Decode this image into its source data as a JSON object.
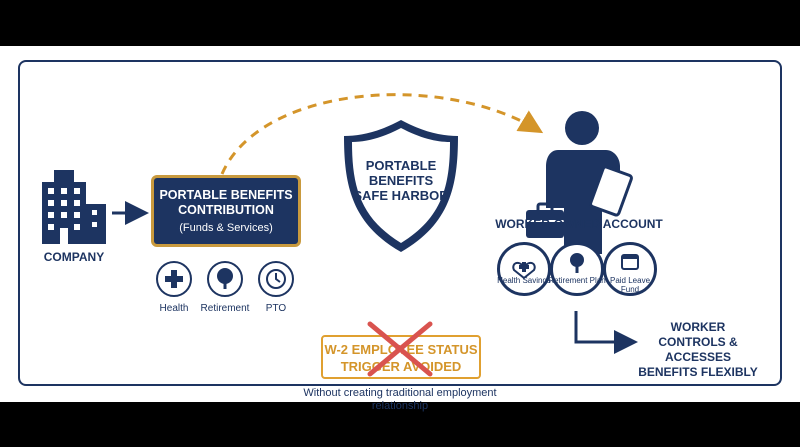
{
  "company": {
    "label": "COMPANY"
  },
  "contribution": {
    "title": "PORTABLE BENEFITS CONTRIBUTION",
    "subtitle": "(Funds & Services)"
  },
  "benefits": [
    {
      "label": "Health",
      "icon": "medical-cross-icon"
    },
    {
      "label": "Retirement",
      "icon": "tree-icon"
    },
    {
      "label": "PTO",
      "icon": "clock-icon"
    }
  ],
  "shield": {
    "text": "PORTABLE BENEFITS SAFE HARBOR"
  },
  "status": {
    "text": "W-2 EMPLOYEE STATUS TRIGGER AVOIDED",
    "note": "Without creating traditional employment relationship"
  },
  "account": {
    "label": "WORKER-OWNED ACCOUNT",
    "items": [
      {
        "label": "Health Savings",
        "icon": "heart-plus-icon"
      },
      {
        "label": "Retirement Plan",
        "icon": "tree-icon"
      },
      {
        "label": "Paid Leave Fund",
        "icon": "calendar-icon"
      }
    ]
  },
  "outcome": {
    "text": "WORKER CONTROLS & ACCESSES BENEFITS FLEXIBLY"
  },
  "colors": {
    "navy": "#1d3461",
    "gold": "#d4952a",
    "red": "#d9534f"
  }
}
